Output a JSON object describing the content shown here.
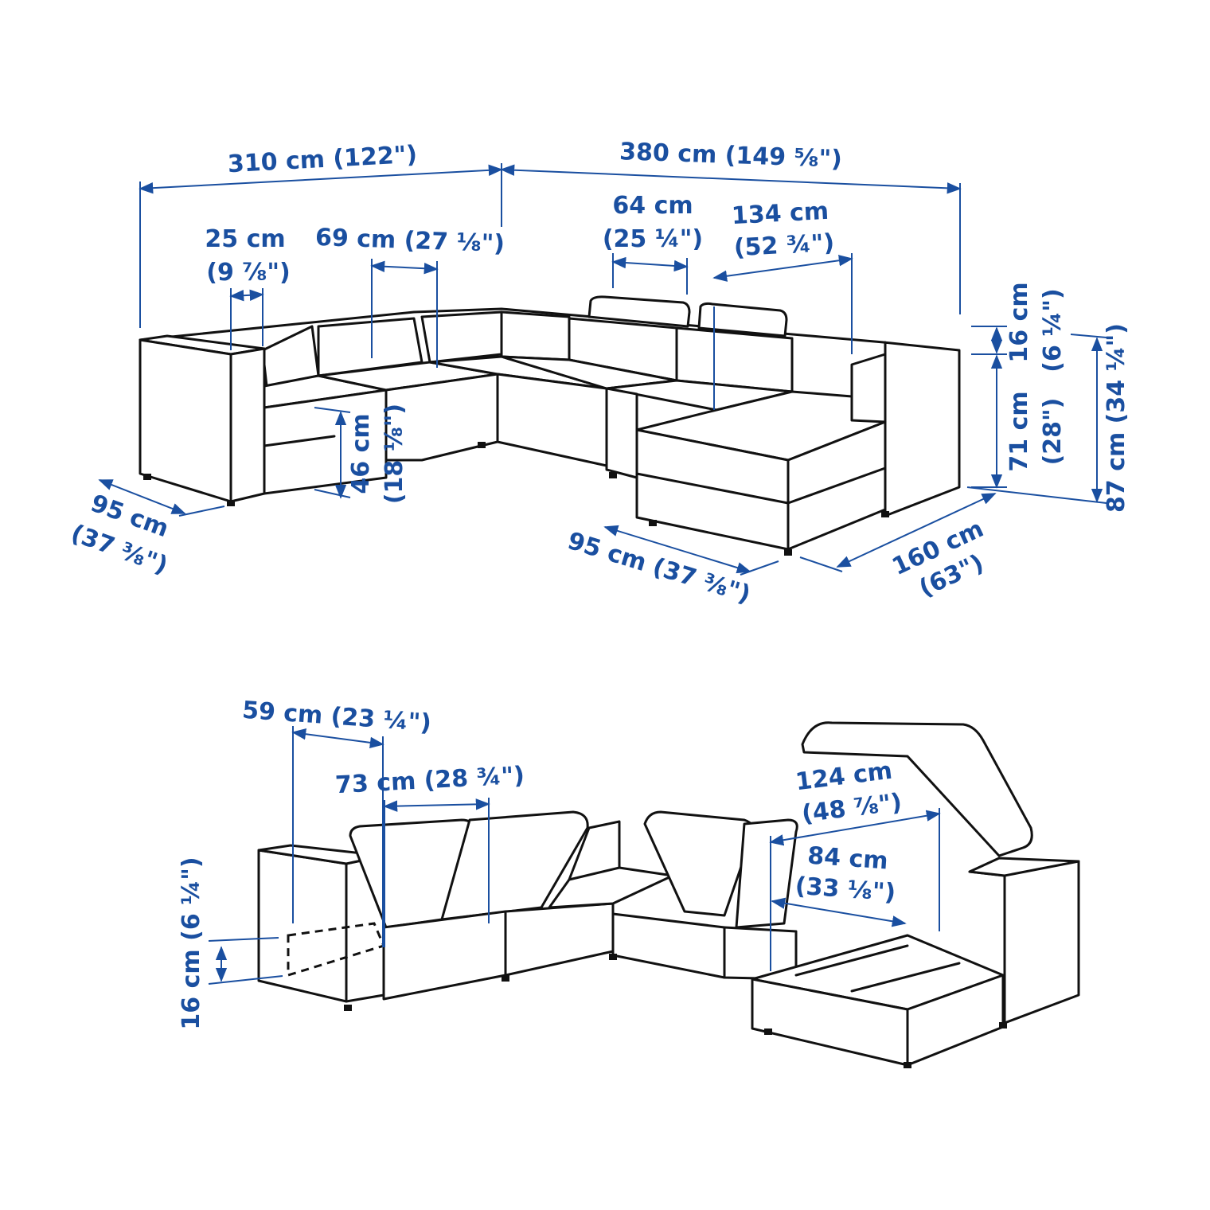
{
  "top_view": {
    "total_width_left": "310 cm (122\")",
    "total_width_right": "380 cm (149 ⅝\")",
    "headrest_width": {
      "cm": "64 cm",
      "in": "(25 ¼\")"
    },
    "chaise_width": {
      "cm": "134 cm",
      "in": "(52 ¾\")"
    },
    "armrest_width": {
      "cm": "25 cm",
      "in": "(9 ⅞\")"
    },
    "seat_width": "69 cm (27 ⅛\")",
    "headrest_height": {
      "cm": "16 cm",
      "in": "(6 ¼\")"
    },
    "back_height": {
      "cm": "71 cm",
      "in": "(28\")"
    },
    "total_height": "87 cm (34 ¼\")",
    "seat_height": {
      "cm": "46 cm",
      "in": "(18 ⅛\")"
    },
    "depth_left": {
      "cm": "95 cm",
      "in": "(37 ⅜\")"
    },
    "depth_front": "95 cm (37 ⅜\")",
    "chaise_length": {
      "cm": "160 cm",
      "in": "(63\")"
    }
  },
  "storage_view": {
    "storage_depth_1": "59 cm (23 ¼\")",
    "storage_width_1": "73 cm (28 ¾\")",
    "chaise_storage_length": {
      "cm": "124 cm",
      "in": "(48 ⅞\")"
    },
    "chaise_storage_width": {
      "cm": "84 cm",
      "in": "(33 ⅛\")"
    },
    "storage_height": "16 cm (6 ¼\")"
  },
  "colors": {
    "dimension": "#1a4fa0",
    "line": "#111111"
  }
}
